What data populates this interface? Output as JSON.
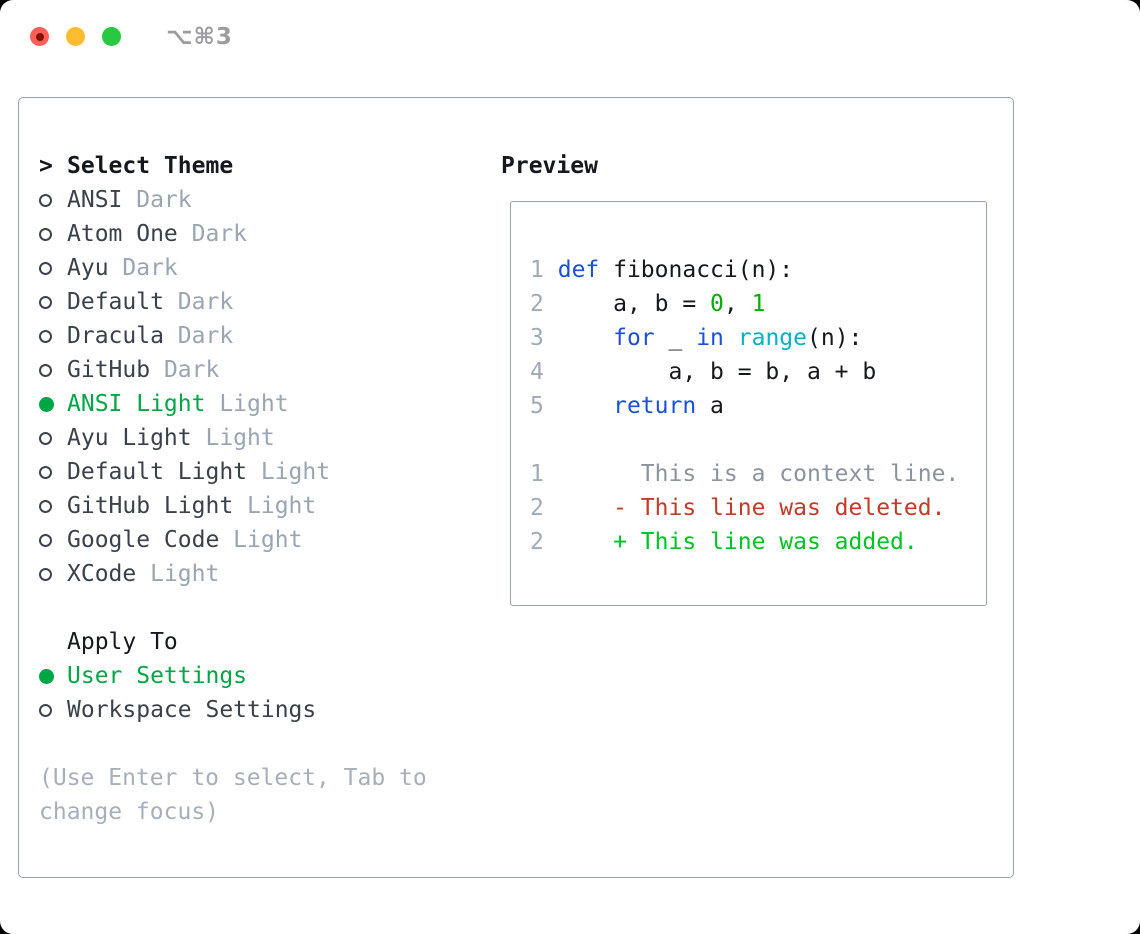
{
  "titlebar": {
    "title": "⌥⌘3"
  },
  "picker": {
    "prompt": ">",
    "title": "Select Theme",
    "themes": [
      {
        "name": "ANSI",
        "variant": "Dark",
        "selected": false
      },
      {
        "name": "Atom One",
        "variant": "Dark",
        "selected": false
      },
      {
        "name": "Ayu",
        "variant": "Dark",
        "selected": false
      },
      {
        "name": "Default",
        "variant": "Dark",
        "selected": false
      },
      {
        "name": "Dracula",
        "variant": "Dark",
        "selected": false
      },
      {
        "name": "GitHub",
        "variant": "Dark",
        "selected": false
      },
      {
        "name": "ANSI Light",
        "variant": "Light",
        "selected": true
      },
      {
        "name": "Ayu Light",
        "variant": "Light",
        "selected": false
      },
      {
        "name": "Default Light",
        "variant": "Light",
        "selected": false
      },
      {
        "name": "GitHub Light",
        "variant": "Light",
        "selected": false
      },
      {
        "name": "Google Code",
        "variant": "Light",
        "selected": false
      },
      {
        "name": "XCode",
        "variant": "Light",
        "selected": false
      }
    ],
    "apply_to": {
      "title": "Apply To",
      "options": [
        {
          "name": "User Settings",
          "selected": true
        },
        {
          "name": "Workspace Settings",
          "selected": false
        }
      ]
    },
    "hint_lines": [
      "(Use Enter to select, Tab to",
      "change focus)"
    ]
  },
  "preview": {
    "title": "Preview",
    "code_lines": [
      {
        "num": "1",
        "tokens": [
          [
            "def",
            "kw"
          ],
          [
            " fibonacci(n):",
            "plain"
          ]
        ]
      },
      {
        "num": "2",
        "tokens": [
          [
            "    a, b = ",
            "plain"
          ],
          [
            "0",
            "num"
          ],
          [
            ", ",
            "plain"
          ],
          [
            "1",
            "num"
          ]
        ]
      },
      {
        "num": "3",
        "tokens": [
          [
            "    ",
            "plain"
          ],
          [
            "for",
            "kw"
          ],
          [
            " _ ",
            "plain"
          ],
          [
            "in",
            "kw"
          ],
          [
            " ",
            "plain"
          ],
          [
            "range",
            "builtin"
          ],
          [
            "(n):",
            "plain"
          ]
        ]
      },
      {
        "num": "4",
        "tokens": [
          [
            "        a, b = b, a + b",
            "plain"
          ]
        ]
      },
      {
        "num": "5",
        "tokens": [
          [
            "    ",
            "plain"
          ],
          [
            "return",
            "kw"
          ],
          [
            " a",
            "plain"
          ]
        ]
      }
    ],
    "diff_lines": [
      {
        "num": "1",
        "marker": " ",
        "text": "This is a context line.",
        "type": "context"
      },
      {
        "num": "2",
        "marker": "-",
        "text": "This line was deleted.",
        "type": "deleted"
      },
      {
        "num": "2",
        "marker": "+",
        "text": "This line was added.",
        "type": "added"
      }
    ]
  },
  "colors": {
    "c_text": "#15181d",
    "c_name": "#3a414a",
    "c_variant": "#9aa5b2",
    "c_green": "#00a546",
    "c_num_green": "#00ad00",
    "c_add_green": "#00c224",
    "c_red": "#c43a28",
    "c_blue": "#1b50d8",
    "c_cyan": "#00b2c4",
    "c_lnum": "#9fabb9",
    "c_context": "#8b939d",
    "c_hint": "#a7afbb",
    "c_border": "#98a2ae",
    "c_bullet": "#3d444d",
    "c_title": "#9c9ca0",
    "c_tl_red": "#ff5f57",
    "c_tl_red_dot": "#801300",
    "c_tl_yellow": "#febc2e",
    "c_tl_green": "#28c840"
  }
}
